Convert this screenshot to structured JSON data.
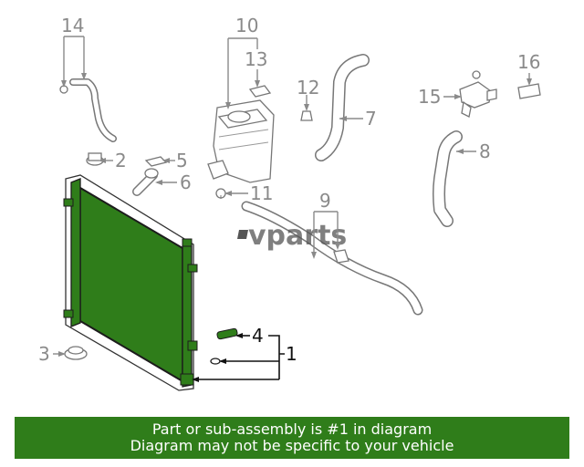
{
  "callouts": {
    "c1": "1",
    "c2": "2",
    "c3": "3",
    "c4": "4",
    "c5": "5",
    "c6": "6",
    "c7": "7",
    "c8": "8",
    "c9": "9",
    "c10": "10",
    "c11": "11",
    "c12": "12",
    "c13": "13",
    "c14": "14",
    "c15": "15",
    "c16": "16"
  },
  "highlighted_part": "1",
  "colors": {
    "radiator_fill": "#2f7d1a",
    "banner_bg": "#2f7d1a",
    "banner_text": "#ffffff",
    "callout_default": "#8a8a8a",
    "callout_active": "#111111"
  },
  "watermark": "vparts",
  "banner": {
    "line1": "Part or sub-assembly is #1 in diagram",
    "line2": "Diagram may not be specific to your vehicle"
  }
}
